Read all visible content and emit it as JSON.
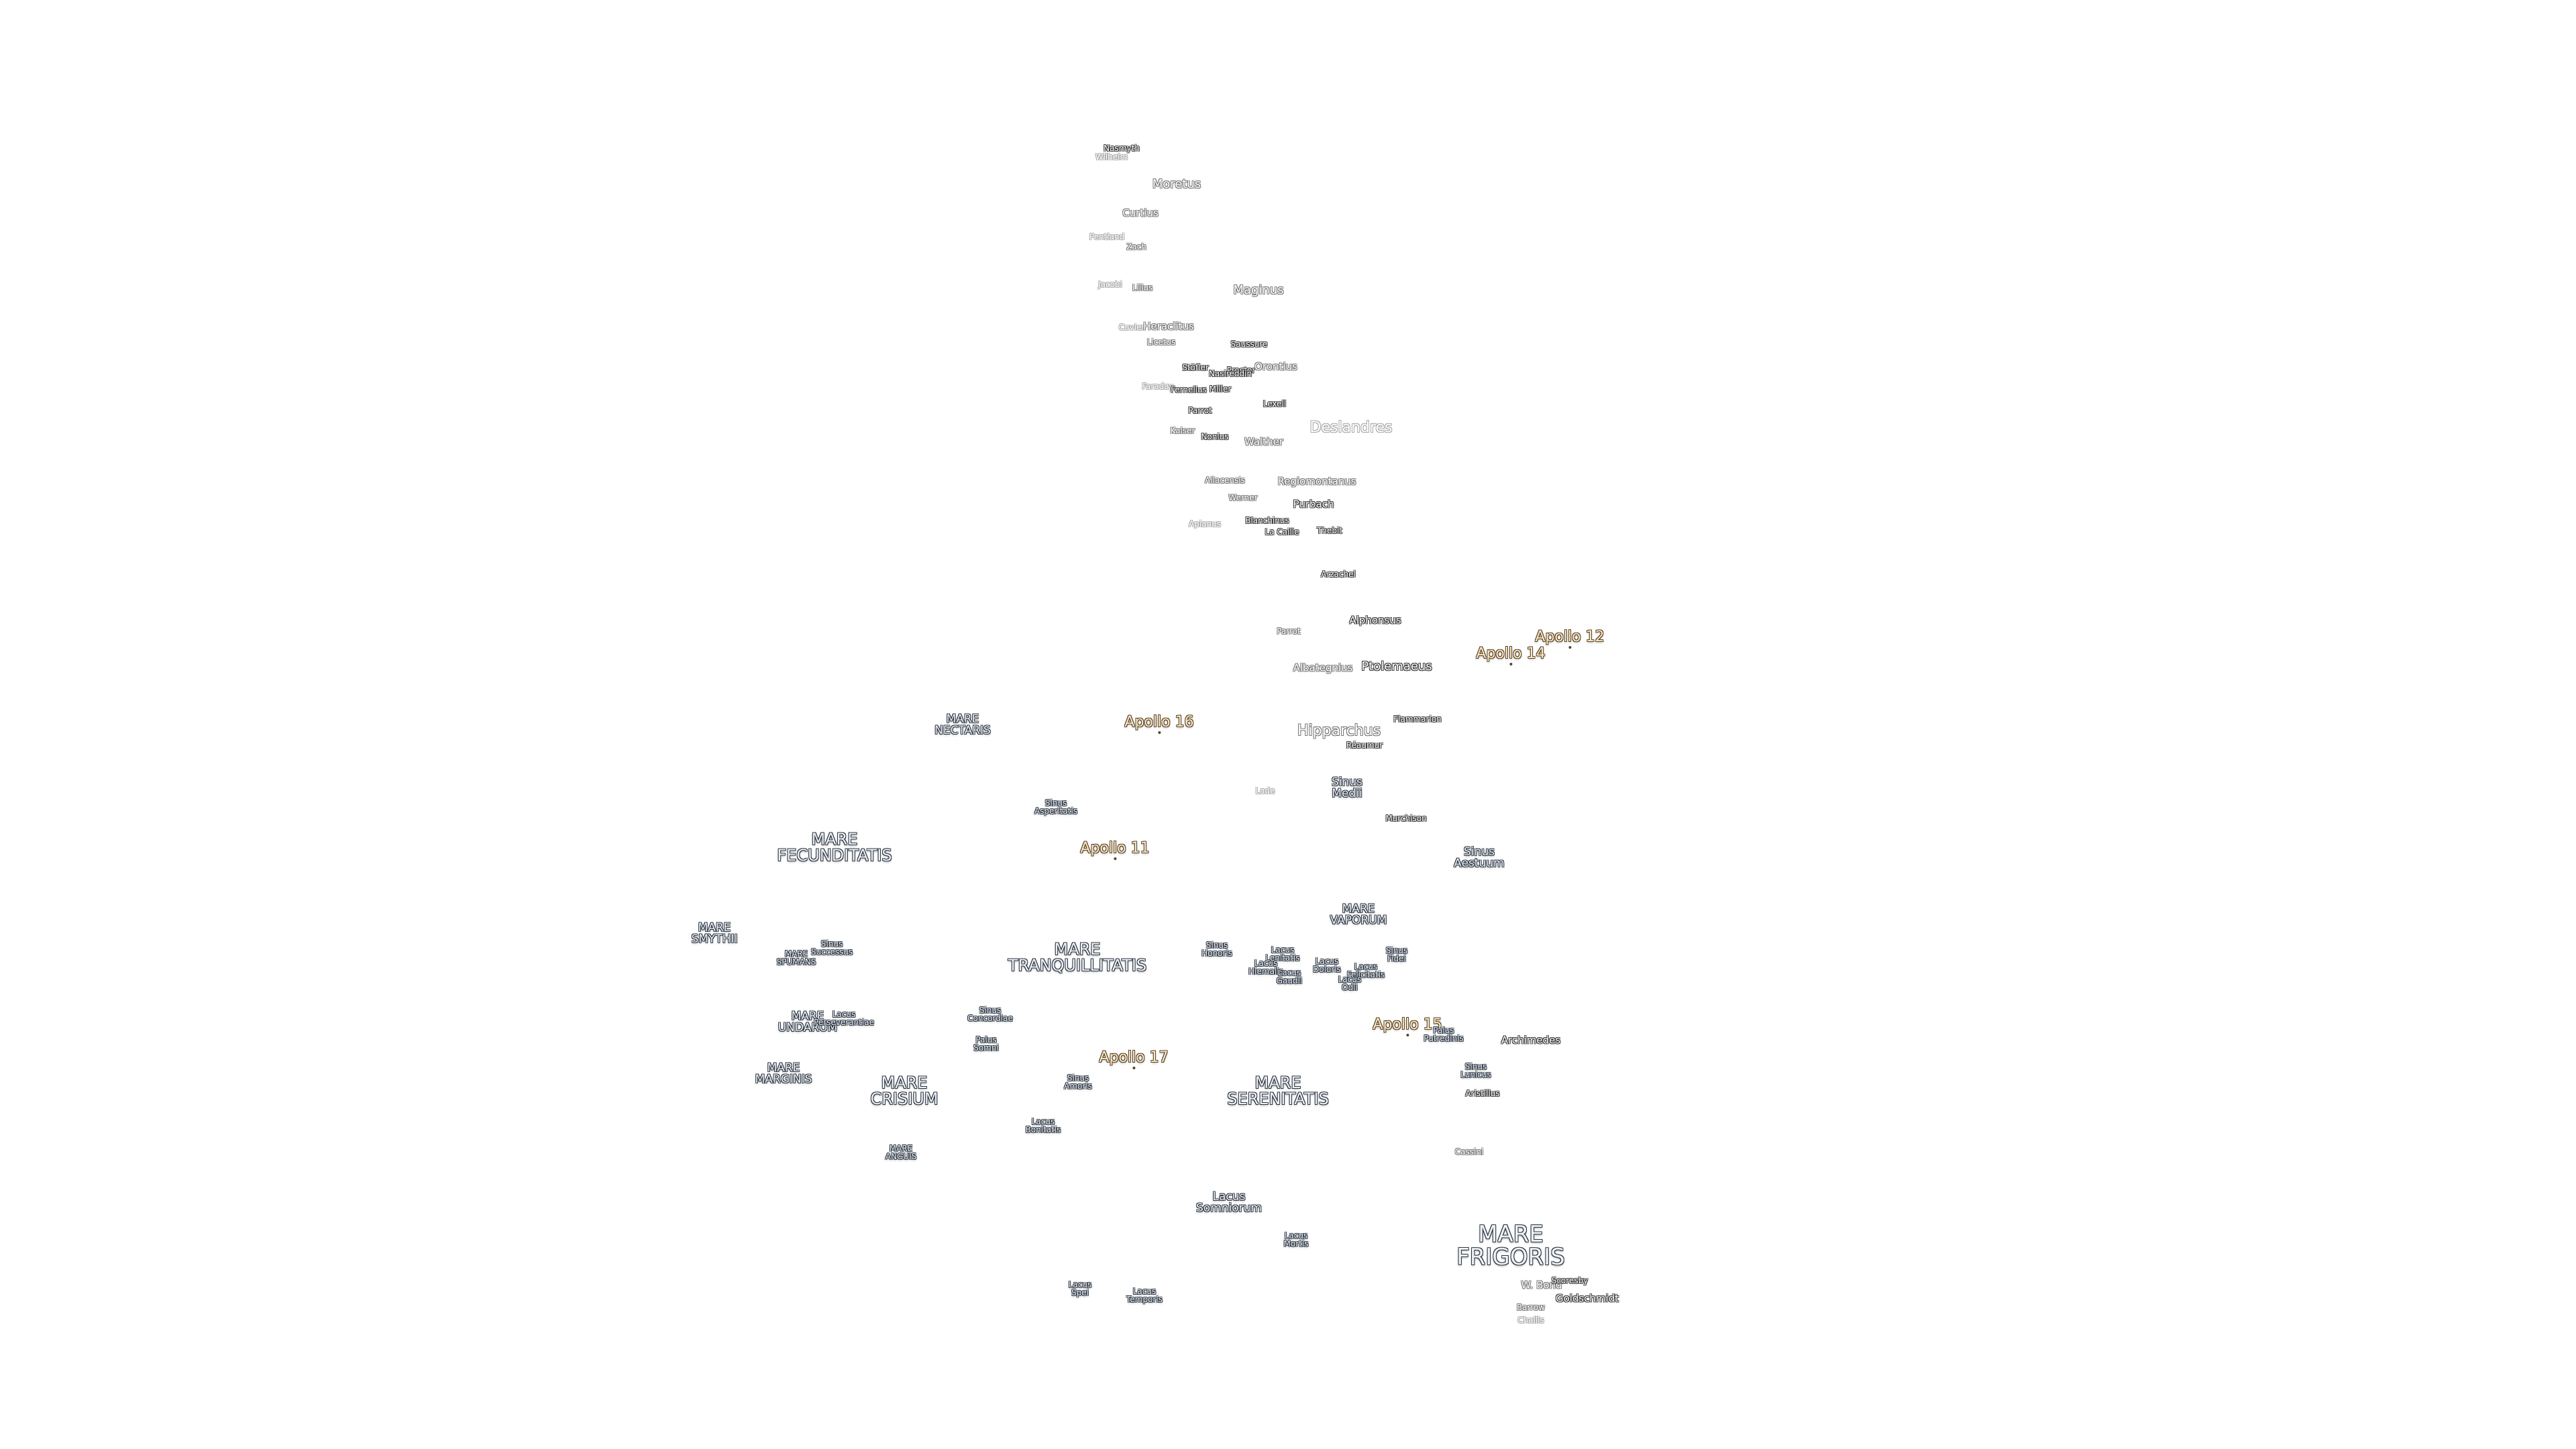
{
  "map": {
    "apollo_sites": [
      {
        "id": "apollo-12",
        "label": "Apollo 12"
      },
      {
        "id": "apollo-14",
        "label": "Apollo 14"
      },
      {
        "id": "apollo-16",
        "label": "Apollo 16"
      },
      {
        "id": "apollo-11",
        "label": "Apollo 11"
      },
      {
        "id": "apollo-17",
        "label": "Apollo 17"
      },
      {
        "id": "apollo-15",
        "label": "Apollo 15"
      }
    ],
    "seas": [
      {
        "id": "mare-nectaris",
        "label": "MARE\nNECTARIS"
      },
      {
        "id": "mare-fecunditatis",
        "label": "MARE\nFECUNDITATIS"
      },
      {
        "id": "mare-smythii",
        "label": "MARE\nSMYTHII"
      },
      {
        "id": "mare-spumans",
        "label": "MARE\nSPUMANS"
      },
      {
        "id": "sinus-successus",
        "label": "Sinus\nSuccessus"
      },
      {
        "id": "mare-undarum",
        "label": "MARE\nUNDARUM"
      },
      {
        "id": "lacus-perseverantiae",
        "label": "Lacus\nPerseverantiae"
      },
      {
        "id": "mare-marginis",
        "label": "MARE\nMARGINIS"
      },
      {
        "id": "mare-crisium",
        "label": "MARE\nCRISIUM"
      },
      {
        "id": "mare-anguis",
        "label": "MARE\nANGUIS"
      },
      {
        "id": "mare-tranquillitatis",
        "label": "MARE\nTRANQUILLITATIS"
      },
      {
        "id": "sinus-asperitatis",
        "label": "Sinus\nAsperitatis"
      },
      {
        "id": "sinus-concordiae",
        "label": "Sinus\nConcordiae"
      },
      {
        "id": "palus-somni",
        "label": "Palus\nSomni"
      },
      {
        "id": "sinus-amoris",
        "label": "Sinus\nAmoris"
      },
      {
        "id": "lacus-bonitatis",
        "label": "Lacus\nBonitatis"
      },
      {
        "id": "mare-serenitatis",
        "label": "MARE\nSERENITATIS"
      },
      {
        "id": "lacus-somniorum",
        "label": "Lacus\nSomniorum"
      },
      {
        "id": "lacus-mortis",
        "label": "Lacus\nMortis"
      },
      {
        "id": "lacus-spei",
        "label": "Lacus\nSpei"
      },
      {
        "id": "lacus-temporis",
        "label": "Lacus\nTemporis"
      },
      {
        "id": "mare-frigoris",
        "label": "MARE\nFRIGORIS"
      },
      {
        "id": "mare-vaporum",
        "label": "MARE\nVAPORUM"
      },
      {
        "id": "sinus-medii",
        "label": "Sinus\nMedii"
      },
      {
        "id": "sinus-aestuum",
        "label": "Sinus\nAestuum"
      },
      {
        "id": "sinus-honoris",
        "label": "Sinus\nHonoris"
      },
      {
        "id": "lacus-lenitatis",
        "label": "Lacus\nLenitatis"
      },
      {
        "id": "lacus-hiemalis",
        "label": "Lacus\nHiemalis"
      },
      {
        "id": "lacus-gaudii",
        "label": "Lacus\nGaudii"
      },
      {
        "id": "lacus-doloris",
        "label": "Lacus\nDoloris"
      },
      {
        "id": "lacus-felicitatis",
        "label": "Lacus\nFelicitatis"
      },
      {
        "id": "lacus-odii",
        "label": "Lacus\nOdii"
      },
      {
        "id": "sinus-fidei",
        "label": "Sinus\nFidei"
      },
      {
        "id": "palus-putredinis",
        "label": "Palus\nPutredinis"
      },
      {
        "id": "sinus-lunicus",
        "label": "Sinus\nLunicus"
      }
    ],
    "craters": [
      {
        "id": "hase-worth",
        "label": "Nasmyth"
      },
      {
        "id": "wilhelm",
        "label": "Wilhelm"
      },
      {
        "id": "moretus",
        "label": "Moretus"
      },
      {
        "id": "curtius",
        "label": "Curtius"
      },
      {
        "id": "pentland",
        "label": "Pentland"
      },
      {
        "id": "zach",
        "label": "Zach"
      },
      {
        "id": "jacobi",
        "label": "Jacobi"
      },
      {
        "id": "lilius",
        "label": "Lilius"
      },
      {
        "id": "maginus",
        "label": "Maginus"
      },
      {
        "id": "cuvier",
        "label": "Cuvier"
      },
      {
        "id": "heraclitus",
        "label": "Heraclitus"
      },
      {
        "id": "licetus",
        "label": "Licetus"
      },
      {
        "id": "saussure",
        "label": "Saussure"
      },
      {
        "id": "stofler",
        "label": "Stöfler"
      },
      {
        "id": "proctor",
        "label": "Proctor"
      },
      {
        "id": "orontius",
        "label": "Orontius"
      },
      {
        "id": "faraday",
        "label": "Faraday"
      },
      {
        "id": "fernelius",
        "label": "Fernelius"
      },
      {
        "id": "miller",
        "label": "Miller"
      },
      {
        "id": "nasireddin",
        "label": "Nasireddin"
      },
      {
        "id": "lexell",
        "label": "Lexell"
      },
      {
        "id": "parrot",
        "label": "Parrot"
      },
      {
        "id": "kaiser",
        "label": "Kaiser"
      },
      {
        "id": "nonius",
        "label": "Nonius"
      },
      {
        "id": "walther",
        "label": "Walther"
      },
      {
        "id": "deslandres",
        "label": "Deslandres"
      },
      {
        "id": "aliacensis",
        "label": "Aliacensis"
      },
      {
        "id": "regiomontanus",
        "label": "Regiomontanus"
      },
      {
        "id": "werner",
        "label": "Werner"
      },
      {
        "id": "purbach",
        "label": "Purbach"
      },
      {
        "id": "apianus",
        "label": "Apianus"
      },
      {
        "id": "blanchinus",
        "label": "Blanchinus"
      },
      {
        "id": "la-caille",
        "label": "La Caille"
      },
      {
        "id": "thebit",
        "label": "Thebit"
      },
      {
        "id": "arzachel",
        "label": "Arzachel"
      },
      {
        "id": "alphonsus",
        "label": "Alphonsus"
      },
      {
        "id": "parrot-2",
        "label": "Parrot"
      },
      {
        "id": "albategnius",
        "label": "Albategnius"
      },
      {
        "id": "ptolemaeus",
        "label": "Ptolemaeus"
      },
      {
        "id": "hipparchus",
        "label": "Hipparchus"
      },
      {
        "id": "flammarion",
        "label": "Flammarion"
      },
      {
        "id": "reaumur",
        "label": "Réaumur"
      },
      {
        "id": "lade",
        "label": "Lade"
      },
      {
        "id": "murchison",
        "label": "Murchison"
      },
      {
        "id": "archimedes",
        "label": "Archimedes"
      },
      {
        "id": "aristillus",
        "label": "Aristillus"
      },
      {
        "id": "cassini",
        "label": "Cassini"
      },
      {
        "id": "w-bond",
        "label": "W. Bond"
      },
      {
        "id": "challis",
        "label": "Challis"
      },
      {
        "id": "goldschmidt",
        "label": "Goldschmidt"
      },
      {
        "id": "barrow",
        "label": "Barrow"
      },
      {
        "id": "scoresby",
        "label": "Scoresby"
      }
    ]
  }
}
